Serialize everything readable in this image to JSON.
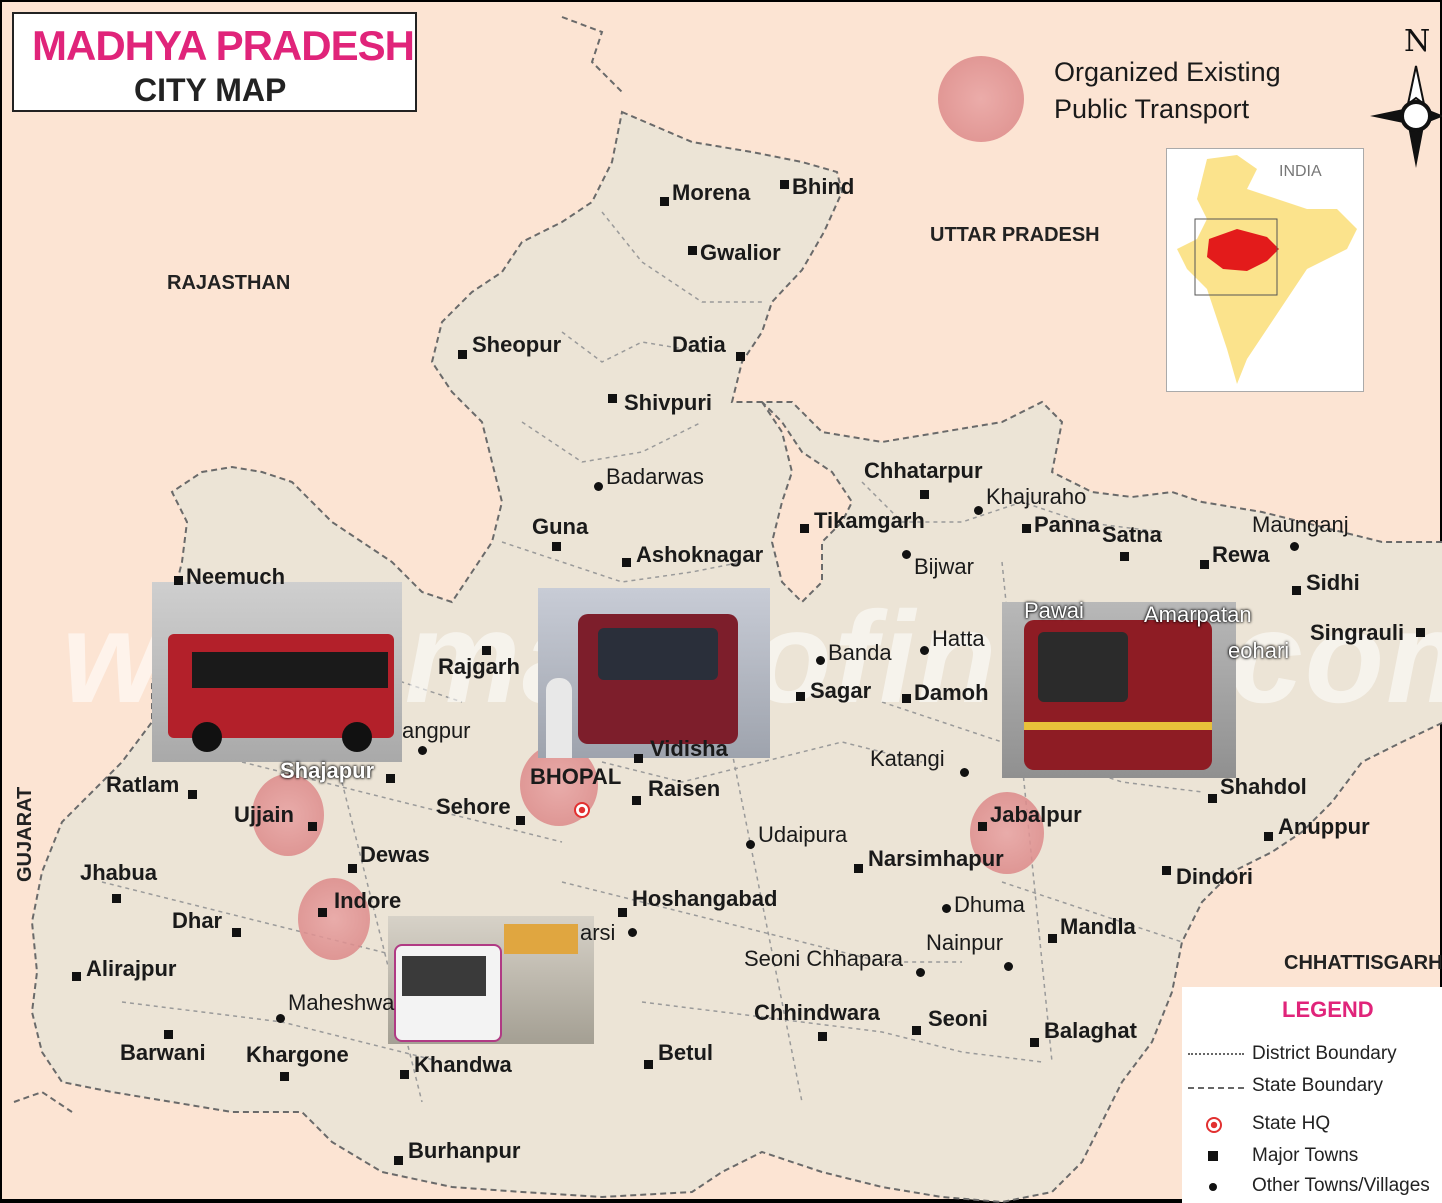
{
  "title": {
    "line1": "MADHYA PRADESH",
    "line2": "CITY MAP"
  },
  "transport_legend": {
    "line1": "Organized Existing",
    "line2": "Public Transport",
    "color": "#d98b8b"
  },
  "compass": {
    "north": "N"
  },
  "inset": {
    "label": "INDIA",
    "state_color": "#e31b1b",
    "country_color": "#fbe38c"
  },
  "states": {
    "rajasthan": "RAJASTHAN",
    "uttar_pradesh": "UTTAR PRADESH",
    "gujarat": "GUJARAT",
    "chhattisgarh": "CHHATTISGARH"
  },
  "cities": {
    "morena": "Morena",
    "bhind": "Bhind",
    "gwalior": "Gwalior",
    "sheopur": "Sheopur",
    "datia": "Datia",
    "shivpuri": "Shivpuri",
    "badarwas": "Badarwas",
    "guna": "Guna",
    "ashoknagar": "Ashoknagar",
    "chhatarpur": "Chhatarpur",
    "khajuraho": "Khajuraho",
    "tikamgarh": "Tikamgarh",
    "panna": "Panna",
    "satna": "Satna",
    "maunganj": "Maunganj",
    "rewa": "Rewa",
    "sidhi": "Sidhi",
    "bijwar": "Bijwar",
    "singrauli": "Singrauli",
    "neemuch": "Neemuch",
    "rajgarh": "Rajgarh",
    "banda": "Banda",
    "hatta": "Hatta",
    "sagar": "Sagar",
    "damoh": "Damoh",
    "angpur": "angpur",
    "vidisha": "Vidisha",
    "katangi": "Katangi",
    "shajapur": "Shajapur",
    "ratlam": "Ratlam",
    "bhopal": "BHOPAL",
    "raisen": "Raisen",
    "shahdol": "Shahdol",
    "ujjain": "Ujjain",
    "sehore": "Sehore",
    "jabalpur": "Jabalpur",
    "anuppur": "Anuppur",
    "udaipura": "Udaipura",
    "dewas": "Dewas",
    "narsimhapur": "Narsimhapur",
    "jhabua": "Jhabua",
    "dindori": "Dindori",
    "indore": "Indore",
    "hoshangabad": "Hoshangabad",
    "dhuma": "Dhuma",
    "dhar": "Dhar",
    "mandla": "Mandla",
    "itarsi": "arsi",
    "nainpur": "Nainpur",
    "alirajpur": "Alirajpur",
    "seoni_chhapara": "Seoni Chhapara",
    "maheshwar": "Maheshwa",
    "chhindwara": "Chhindwara",
    "seoni": "Seoni",
    "balaghat": "Balaghat",
    "barwani": "Barwani",
    "khargone": "Khargone",
    "khandwa": "Khandwa",
    "betul": "Betul",
    "burhanpur": "Burhanpur",
    "pawai": "Pawai",
    "amarpatan": "Amarpatan",
    "beohari": "eohari"
  },
  "legend": {
    "title": "LEGEND",
    "district": "District Boundary",
    "state": "State Boundary",
    "hq": "State HQ",
    "major": "Major Towns",
    "other": "Other Towns/Villages"
  },
  "watermark": "www.mapsofindia.com",
  "colors": {
    "land": "#ece4d6",
    "border": "#7a7a7a",
    "bg": "#fce4d3",
    "accent": "#e0247a",
    "bus_red": "#b3202a"
  }
}
